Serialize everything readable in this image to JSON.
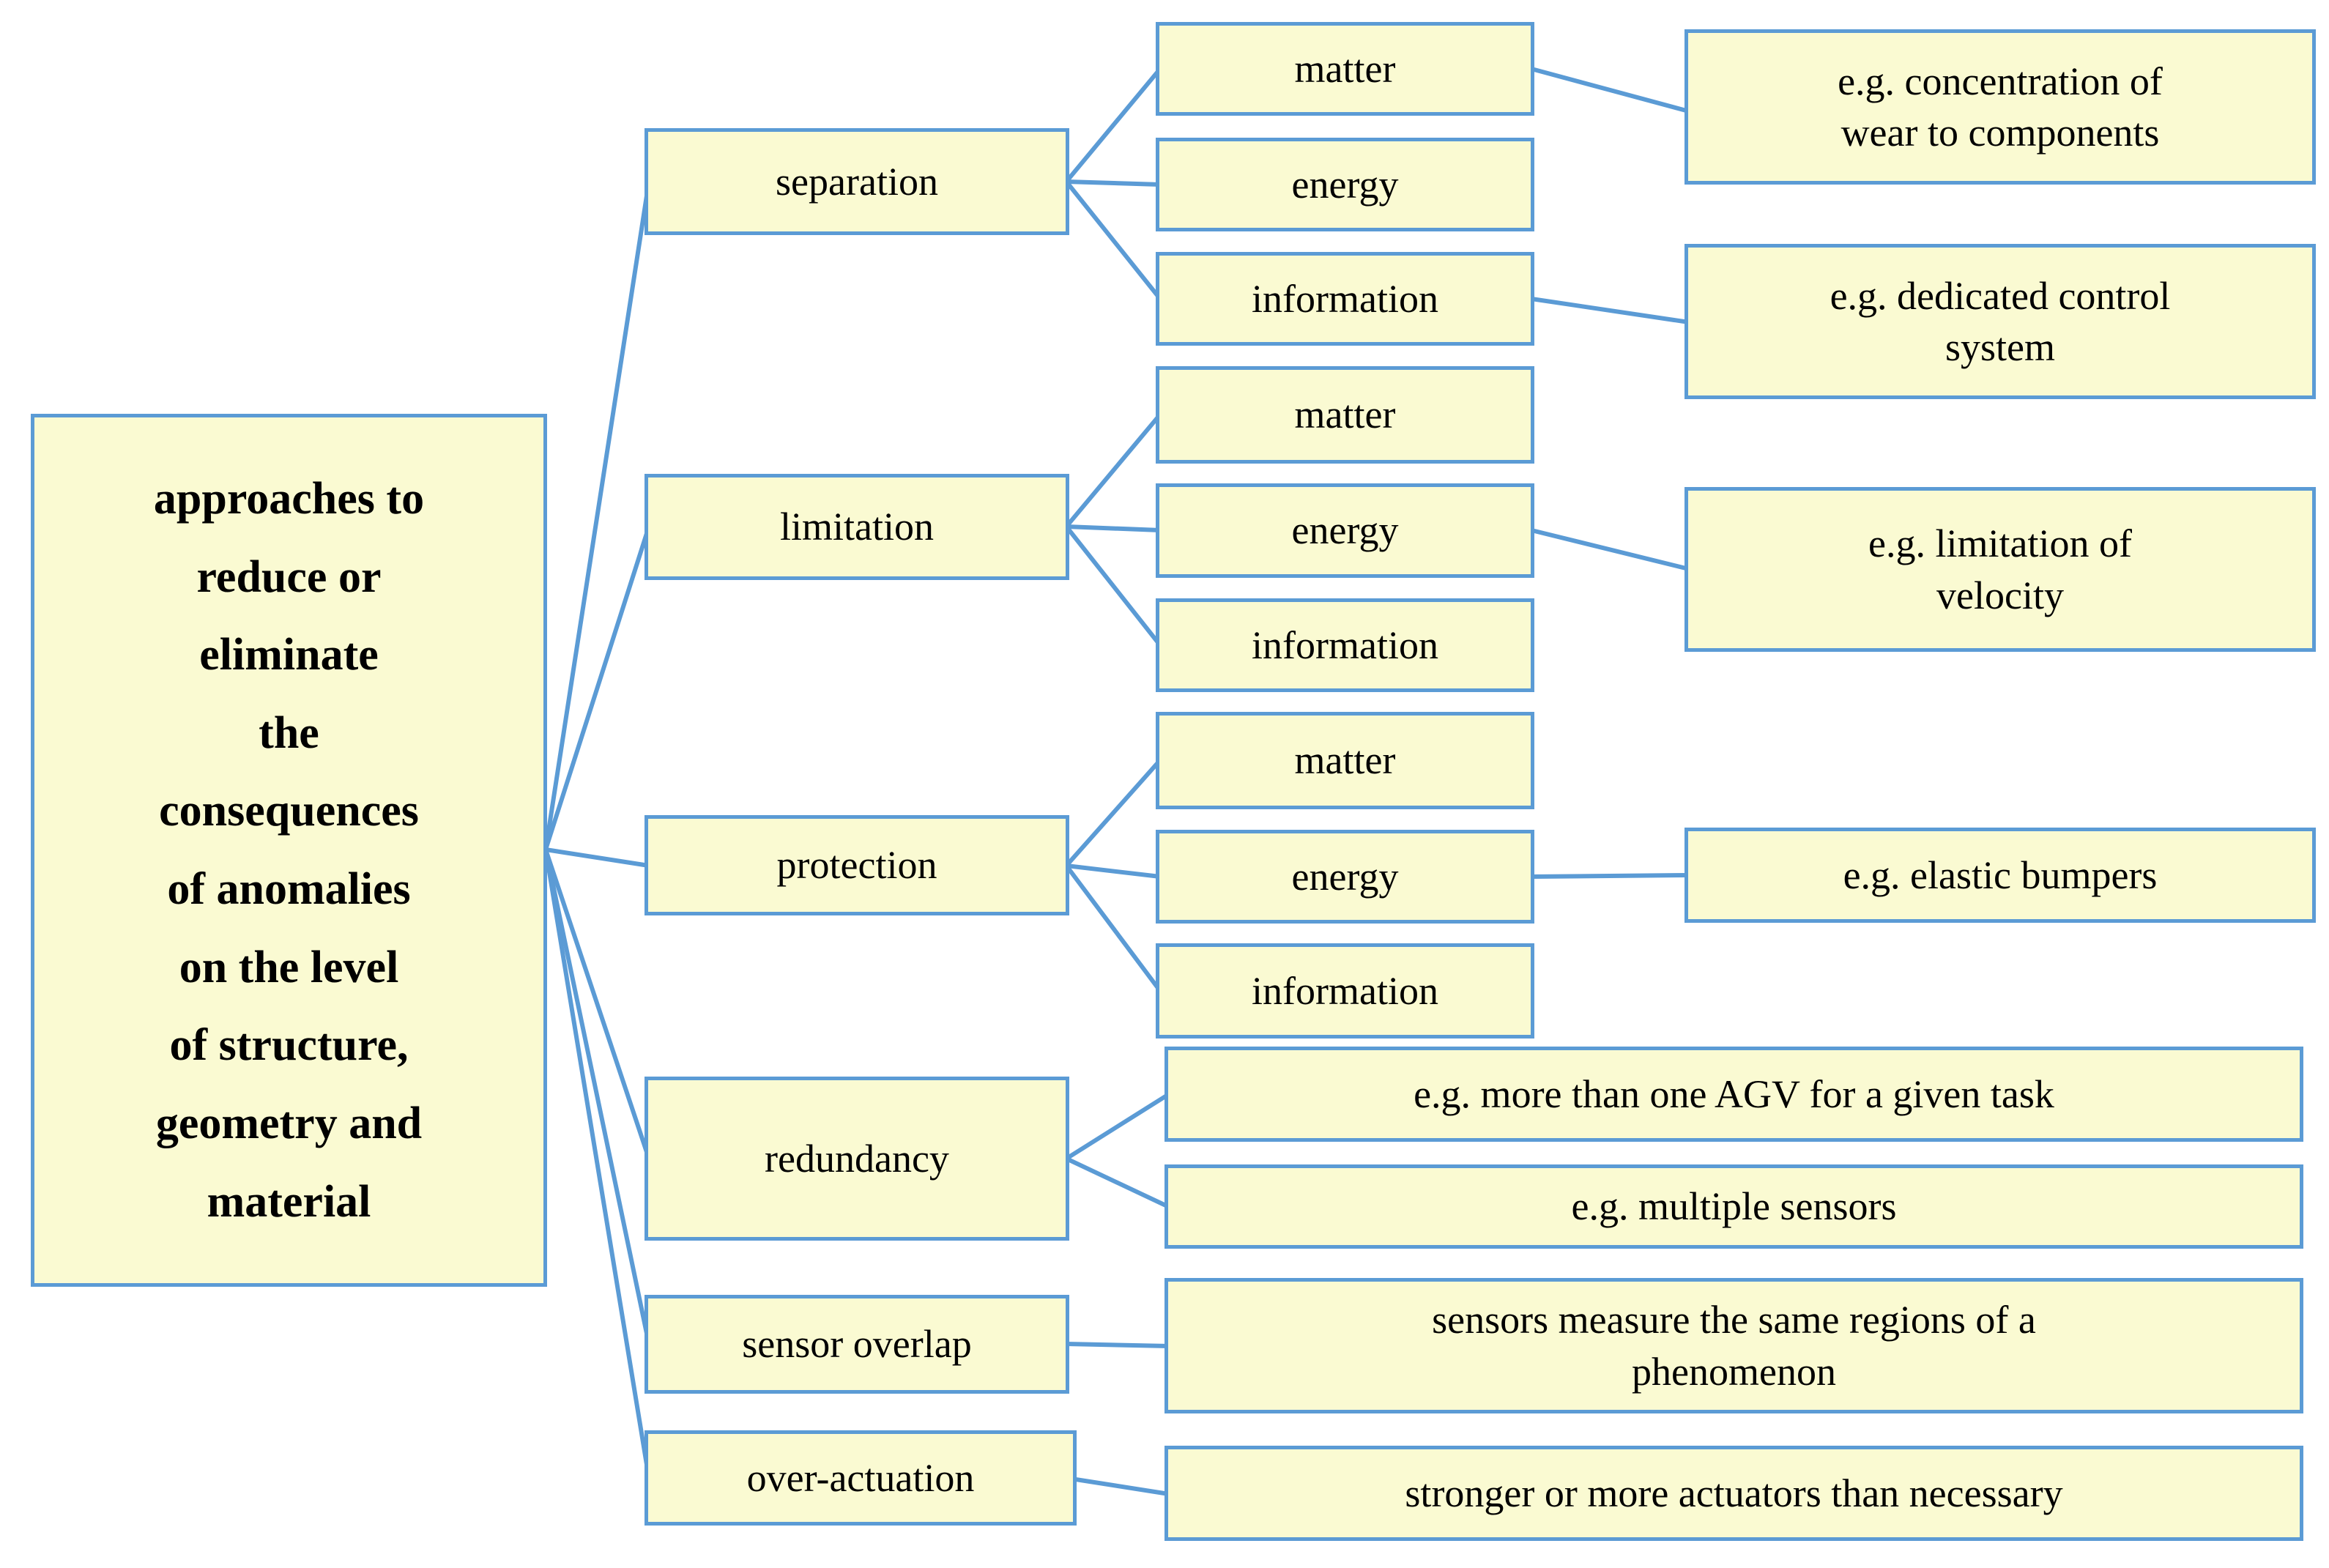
{
  "diagram_title": "approaches to reduce or eliminate consequences of anomalies",
  "colors": {
    "box_fill": "#FAFAD2",
    "box_border": "#5B9BD5",
    "connector": "#5B9BD5",
    "text": "#000000",
    "background": "#FFFFFF"
  },
  "nodes": {
    "root": "approaches to\nreduce or\neliminate\nthe\nconsequences\nof anomalies\non the level\nof structure,\ngeometry and\nmaterial",
    "separation": "separation",
    "limitation": "limitation",
    "protection": "protection",
    "redundancy": "redundancy",
    "sensor_overlap": "sensor overlap",
    "over_actuation": "over-actuation",
    "sep_matter": "matter",
    "sep_energy": "energy",
    "sep_information": "information",
    "lim_matter": "matter",
    "lim_energy": "energy",
    "lim_information": "information",
    "prot_matter": "matter",
    "prot_energy": "energy",
    "prot_information": "information",
    "ex_concentration": "e.g. concentration of\nwear to components",
    "ex_dedicated": "e.g. dedicated control\nsystem",
    "ex_velocity": "e.g. limitation of\nvelocity",
    "ex_bumpers": "e.g. elastic bumpers",
    "ex_agv": "e.g. more than one AGV for a given task",
    "ex_multiple_sensors": "e.g. multiple sensors",
    "ex_sensor_overlap": "sensors measure the same regions of a\nphenomenon",
    "ex_over_actuation": "stronger or more actuators than necessary"
  }
}
